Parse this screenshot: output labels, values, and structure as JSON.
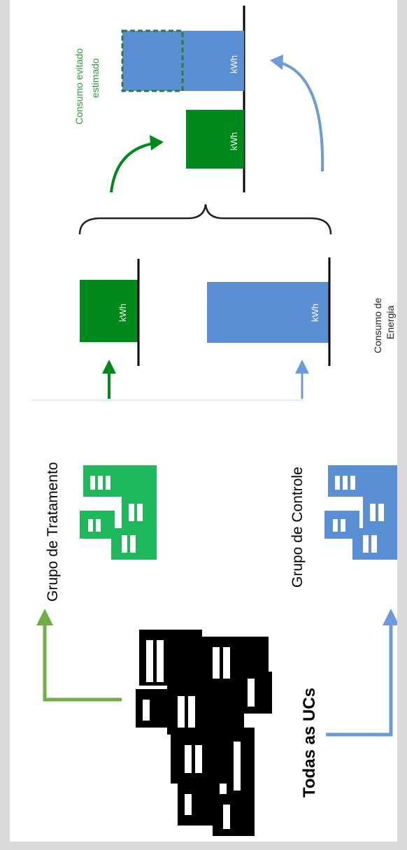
{
  "labels": {
    "all_ucs": "Todas as UCs",
    "treatment_group": "Grupo de Tratamento",
    "control_group": "Grupo de Controle",
    "energy_consumption_line1": "Consumo de",
    "energy_consumption_line2": "Energia",
    "avoided_line1": "Consumo evitado",
    "avoided_line2": "estimado",
    "unit_treatment": "kWh",
    "unit_control": "kWh",
    "unit_result_treatment": "kWh",
    "unit_result_control": "kWh"
  },
  "colors": {
    "green": "#008a1c",
    "green_light": "#70ad47",
    "green_buildings": "#1fb85a",
    "blue": "#5b8fd4",
    "blue_arrow": "#6b9bd8",
    "black": "#000000"
  },
  "icons": [
    "buildings-icon-all",
    "buildings-icon-treatment",
    "buildings-icon-control"
  ]
}
